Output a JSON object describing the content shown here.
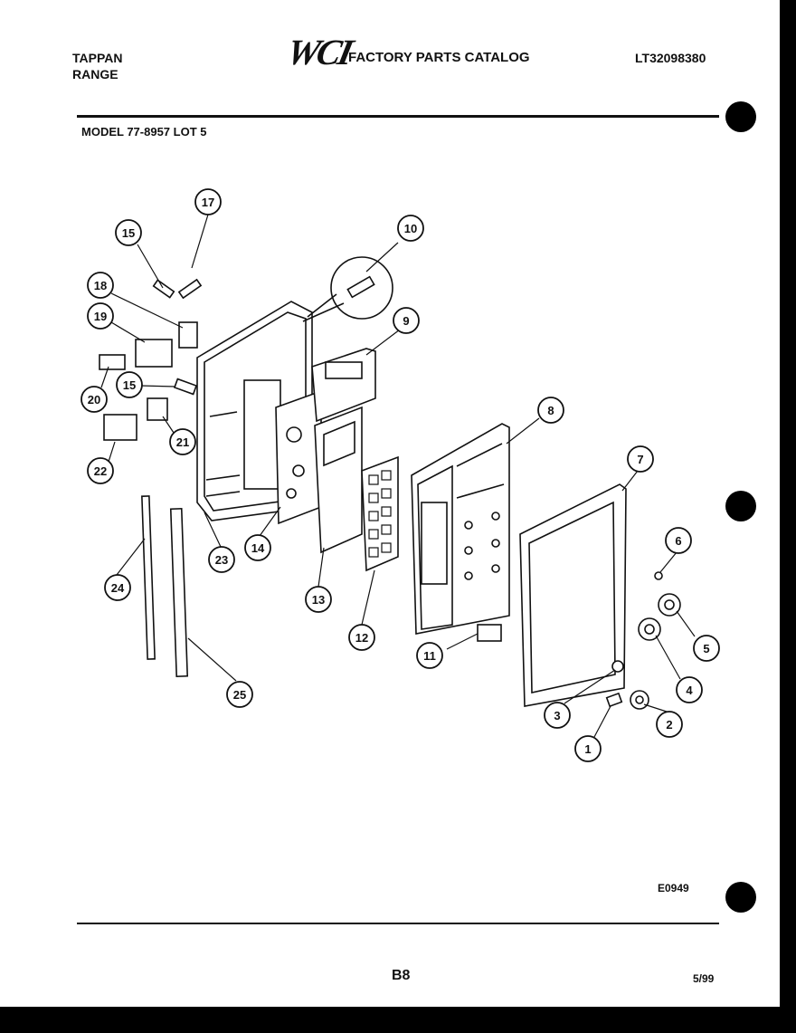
{
  "header": {
    "brand_line1": "TAPPAN",
    "brand_line2": "RANGE",
    "logo": "WCI",
    "catalog_title": "FACTORY PARTS CATALOG",
    "catalog_number": "LT32098380",
    "model_line": "MODEL 77-8957 LOT 5"
  },
  "diagram": {
    "callouts": [
      "1",
      "2",
      "3",
      "4",
      "5",
      "6",
      "7",
      "8",
      "9",
      "10",
      "11",
      "12",
      "13",
      "14",
      "15",
      "15",
      "17",
      "18",
      "19",
      "20",
      "21",
      "22",
      "23",
      "24",
      "25"
    ]
  },
  "footer": {
    "drawing_code": "E0949",
    "page": "B8",
    "date": "5/99"
  }
}
